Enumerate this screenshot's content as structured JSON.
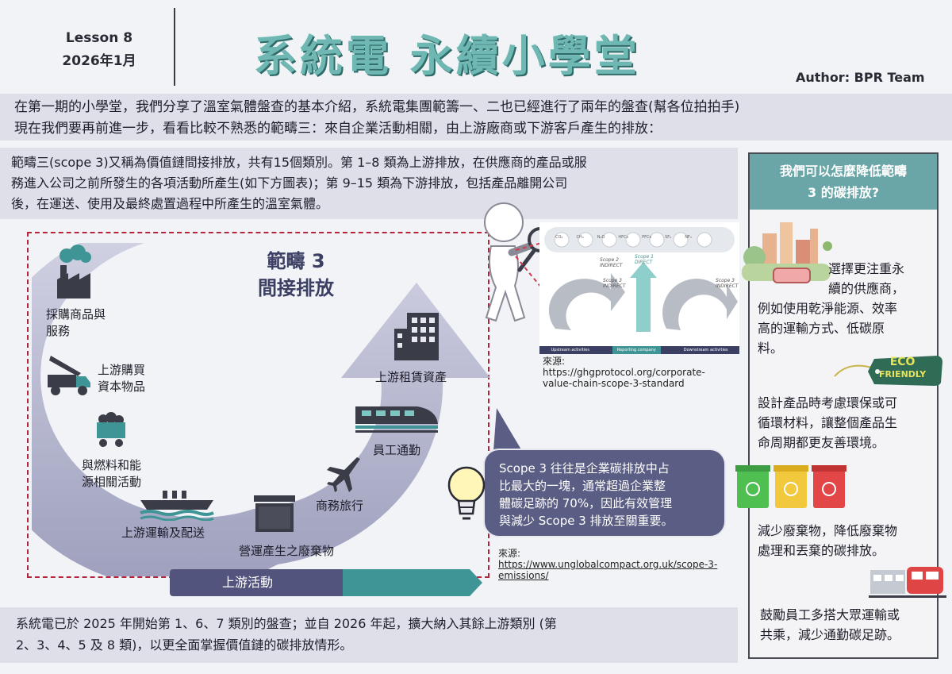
{
  "header": {
    "lesson": "Lesson 8",
    "date": "2026年1月",
    "title": "系統電 永續小學堂",
    "author": "Author: BPR Team"
  },
  "intro": {
    "line1": "在第一期的小學堂，我們分享了溫室氣體盤查的基本介紹，系統電集團範籌一、二也已經進行了兩年的盤查(幫各位拍拍手)",
    "line2": "現在我們要再前進一步，看看比較不熟悉的範疇三：來自企業活動相關，由上游廠商或下游客戶產生的排放："
  },
  "scope_desc": {
    "line1": "範疇三(scope 3)又稱為價值鏈間接排放，共有15個類別。第 1–8 類為上游排放，在供應商的產品或服",
    "line2": "務進入公司之前所發生的各項活動所產生(如下方圖表)；第 9–15 類為下游排放，包括產品離開公司",
    "line3": "後，在運送、使用及最終處置過程中所產生的溫室氣體。"
  },
  "diagram": {
    "title_line1": "範疇 3",
    "title_line2": "間接排放",
    "categories": [
      {
        "line1": "採購商品與",
        "line2": "服務"
      },
      {
        "line1": "上游購買",
        "line2": "資本物品"
      },
      {
        "line1": "與燃料和能",
        "line2": "源相關活動"
      },
      {
        "line1": "上游運輸及配送",
        "line2": ""
      },
      {
        "line1": "營運產生之廢棄物",
        "line2": ""
      },
      {
        "line1": "商務旅行",
        "line2": ""
      },
      {
        "line1": "員工通勤",
        "line2": ""
      },
      {
        "line1": "上游租賃資產",
        "line2": ""
      }
    ],
    "bar_label": "上游活動",
    "colors": {
      "arrow": "#9d9fbd",
      "bar": "#52547e",
      "teal": "#3f9595"
    }
  },
  "ghg_figure": {
    "gases": [
      "CO₂",
      "CH₄",
      "N₂O",
      "HFCs",
      "PFCs",
      "SF₆",
      "NF₃"
    ],
    "scope2": "Scope 2",
    "scope2_sub": "INDIRECT",
    "scope1": "Scope 1",
    "scope1_sub": "DIRECT",
    "scope3_left": "Scope 3",
    "scope3_left_sub": "INDIRECT",
    "scope3_right": "Scope 3",
    "scope3_right_sub": "INDIRECT",
    "upstream": "Upstream activities",
    "reporting": "Reporting company",
    "downstream": "Downstream activities",
    "source_label": "來源:",
    "source_line1": "https://ghgprotocol.org/corporate-",
    "source_line2": "value-chain-scope-3-standard"
  },
  "bubble": {
    "line1": "Scope 3 往往是企業碳排放中占",
    "line2": "比最大的一塊，通常超過企業整",
    "line3": "體碳足跡的 70%，因此有效管理",
    "line4": "與減少 Scope 3 排放至關重要。",
    "source_label": "來源:",
    "source_line1": "https://www.unglobalcompact.org.uk/scope-3-",
    "source_line2": "emissions/"
  },
  "bottom": {
    "line1": "系統電已於 2025 年開始第 1、6、7 類別的盤查；並自 2026 年起，擴大納入其餘上游類別 (第",
    "line2": "2、3、4、5 及 8 類)，以更全面掌握價值鏈的碳排放情形。"
  },
  "sidebar": {
    "title_line1": "我們可以怎麼降低範疇",
    "title_line2": "3 的碳排放?",
    "eco_line1": "ECO",
    "eco_line2": "FRIENDLY",
    "tip1": [
      "選擇更注重永",
      "續的供應商，",
      "例如使用乾淨能源、效率",
      "高的運輸方式、低碳原",
      "料。"
    ],
    "tip2": [
      "設計產品時考慮環保或可",
      "循環材料，讓整個產品生",
      "命周期都更友善環境。"
    ],
    "tip3": [
      "減少廢棄物，降低廢棄物",
      "處理和丟棄的碳排放。"
    ],
    "tip4": [
      "鼓勵員工多搭大眾運輸或",
      "共乘，減少通勤碳足跡。"
    ]
  }
}
